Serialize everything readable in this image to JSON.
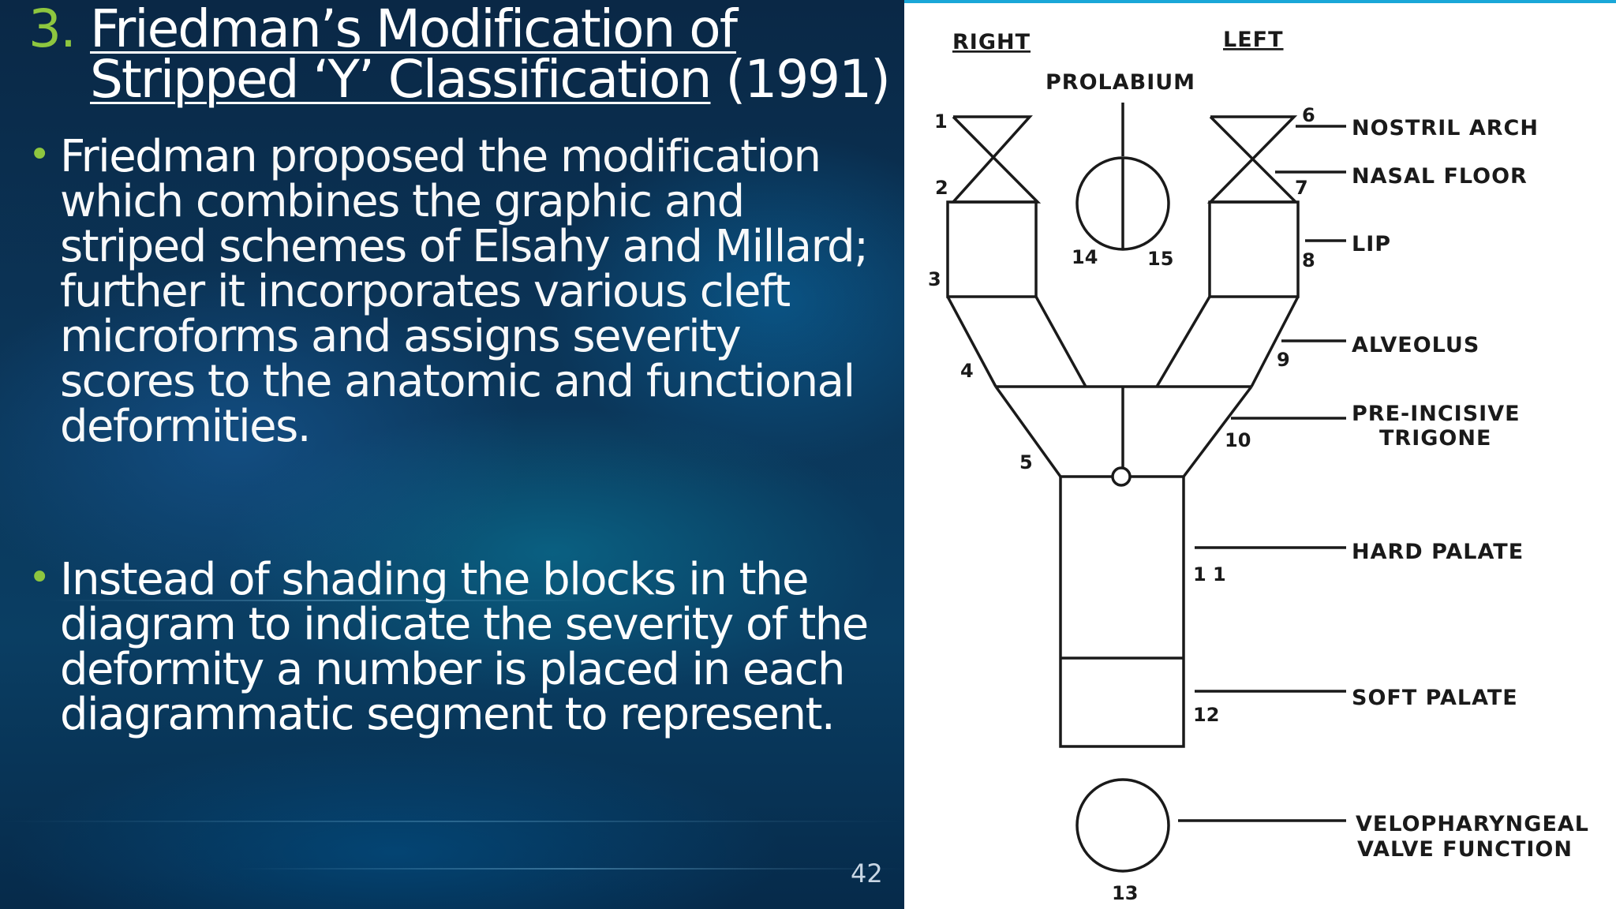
{
  "slide": {
    "title_number": "3.",
    "title_line1": "Friedman’s Modification of",
    "title_line2_underlined": "Stripped ‘Y’ Classification",
    "title_line2_rest": " (1991)",
    "bullets": [
      {
        "lead": "Friedman",
        "rest": " proposed the modification which combines the graphic and striped schemes of Elsahy and Millard; further it incorporates various cleft microforms and assigns severity scores to the anatomic and functional deformities."
      },
      {
        "lead": "",
        "rest": "Instead of shading the blocks in the diagram to indicate the severity of the deformity a number is placed in each diagrammatic segment to represent."
      }
    ],
    "page_number": "42"
  },
  "diagram": {
    "header_right": "RIGHT",
    "header_left": "LEFT",
    "prolabium": "PROLABIUM",
    "labels": {
      "nostril_arch": "NOSTRIL ARCH",
      "nasal_floor": "NASAL FLOOR",
      "lip": "LIP",
      "alveolus": "ALVEOLUS",
      "pre_incisive_1": "PRE-INCISIVE",
      "pre_incisive_2": "TRIGONE",
      "hard_palate": "HARD PALATE",
      "soft_palate": "SOFT PALATE",
      "velo_1": "VELOPHARYNGEAL",
      "velo_2": "VALVE FUNCTION"
    },
    "segment_numbers": {
      "n1": "1",
      "n2": "2",
      "n3": "3",
      "n4": "4",
      "n5": "5",
      "n6": "6",
      "n7": "7",
      "n8": "8",
      "n9": "9",
      "n10": "10",
      "n11": "1 1",
      "n12": "12",
      "n13": "13",
      "n14": "14",
      "n15": "15"
    }
  }
}
